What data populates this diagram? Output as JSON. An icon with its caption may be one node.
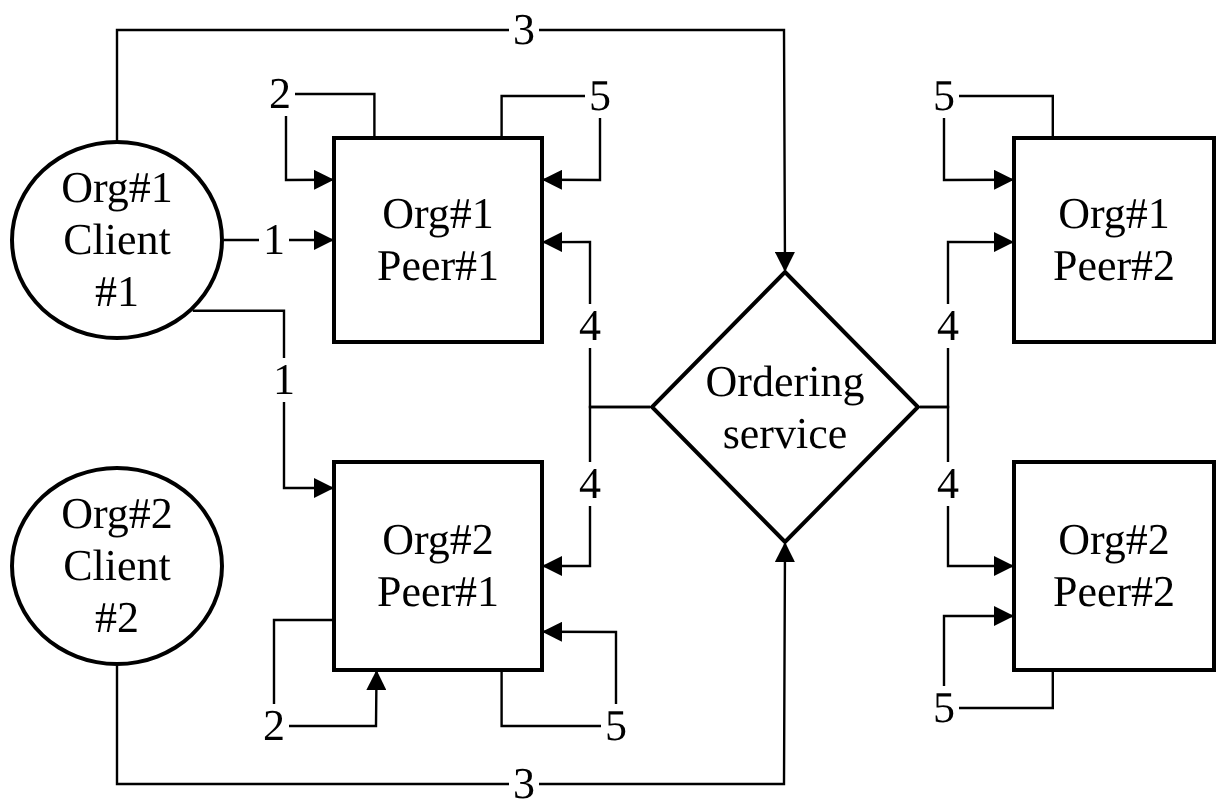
{
  "diagram": {
    "nodes": [
      {
        "text": [
          "Org#1 Client #1"
        ]
      },
      {
        "text": [
          "Org#1 Peer#1"
        ]
      },
      {
        "text": [
          "Org#2 Client #2"
        ]
      },
      {
        "text": [
          "Org#2 Peer#1"
        ]
      },
      {
        "text": [
          "Ordering service"
        ]
      },
      {
        "text": [
          "Org#1 Peer#2"
        ]
      },
      {
        "text": [
          "Org#2 Peer#2"
        ]
      }
    ],
    "edges": [
      {
        "from": 0,
        "to": 1,
        "arrow": "to",
        "label": "1"
      },
      {
        "from": 0,
        "to": 3,
        "arrow": "to",
        "label": "1"
      },
      {
        "from": 0,
        "to": 4,
        "arrow": "to",
        "label": "3"
      },
      {
        "from": 2,
        "to": 4,
        "arrow": "to",
        "label": "3"
      },
      {
        "from": 1,
        "to": 1,
        "arrow": "to",
        "label": "2"
      },
      {
        "from": 1,
        "to": 1,
        "arrow": "to",
        "label": "5"
      },
      {
        "from": 4,
        "to": 1,
        "arrow": "to",
        "label": "4"
      },
      {
        "from": 4,
        "to": 3,
        "arrow": "to",
        "label": "4"
      },
      {
        "from": 4,
        "to": 5,
        "arrow": "to",
        "label": "4"
      },
      {
        "from": 4,
        "to": 6,
        "arrow": "to",
        "label": "4"
      },
      {
        "from": 3,
        "to": 3,
        "arrow": "to",
        "label": "2"
      },
      {
        "from": 3,
        "to": 3,
        "arrow": "to",
        "label": "5"
      },
      {
        "from": 5,
        "to": 5,
        "arrow": "to",
        "label": "5"
      },
      {
        "from": 6,
        "to": 6,
        "arrow": "to",
        "label": "5"
      }
    ]
  }
}
